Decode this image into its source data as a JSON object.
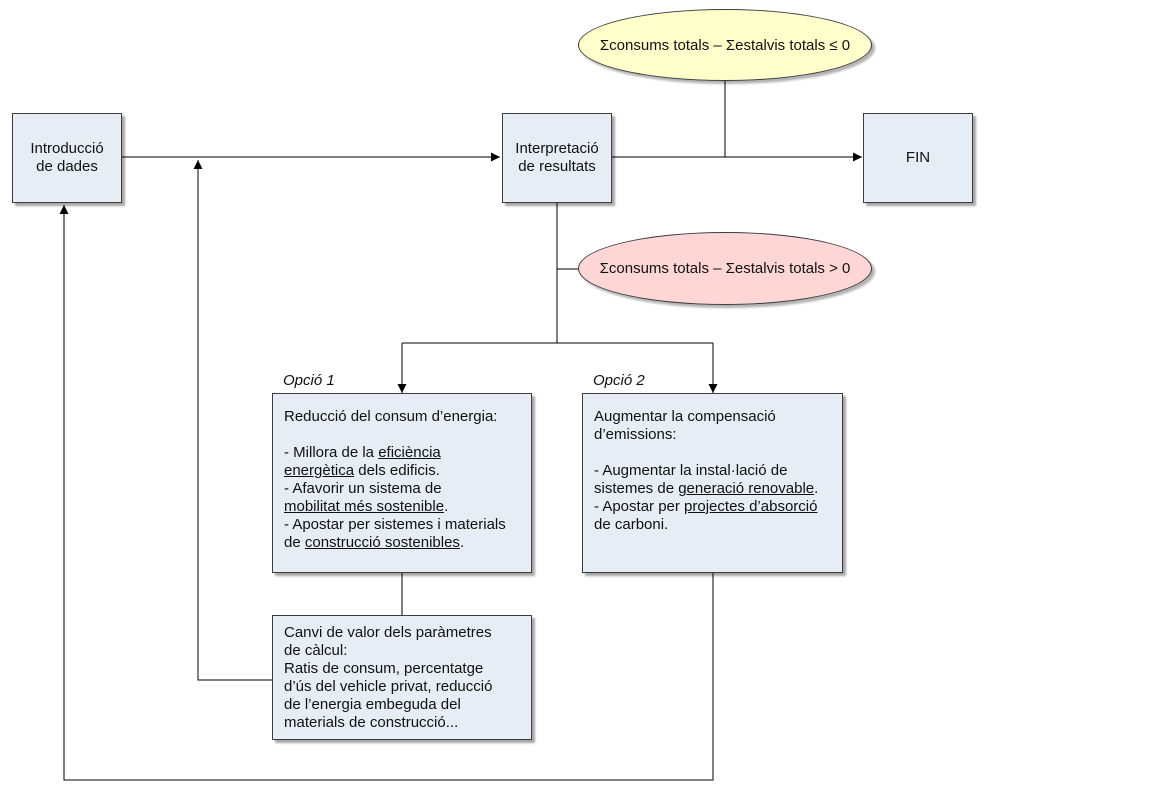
{
  "boxes": {
    "intro": {
      "line1": "Introducció",
      "line2": "de dades"
    },
    "interp": {
      "line1": "Interpretació",
      "line2": "de resultats"
    },
    "fin": {
      "label": "FIN"
    },
    "opcio1": {
      "label": "Opció 1",
      "title": "Reducció del consum d’energia:",
      "items": [
        {
          "pre": "- Millora de la ",
          "link": "eficiència",
          "post": ""
        },
        {
          "pre": "",
          "link": "energètica",
          "post": " dels edificis."
        },
        {
          "pre": "- Afavorir un sistema de",
          "link": "",
          "post": ""
        },
        {
          "pre": "",
          "link": "mobilitat més sostenible",
          "post": "."
        },
        {
          "pre": "- Apostar per sistemes i materials",
          "link": "",
          "post": ""
        },
        {
          "pre": "de ",
          "link": "construcció sostenibles",
          "post": "."
        }
      ]
    },
    "opcio2": {
      "label": "Opció 2",
      "title_line1": "Augmentar la compensació",
      "title_line2": "d’emissions:",
      "items": [
        {
          "pre": "- Augmentar la instal·lació de",
          "link": "",
          "post": ""
        },
        {
          "pre": "sistemes de ",
          "link": "generació renovable",
          "post": "."
        },
        {
          "pre": "- Apostar per ",
          "link": "projectes d’absorció",
          "post": ""
        },
        {
          "pre": "de carboni.",
          "link": "",
          "post": ""
        }
      ]
    },
    "canvi": {
      "lines": [
        "Canvi de valor dels paràmetres",
        "de càlcul:",
        "Ratis de consum, percentatge",
        "d’ús del vehicle privat, reducció",
        "de l’energia embeguda del",
        "materials de construcció..."
      ]
    }
  },
  "conditions": {
    "le_zero": "Σconsums totals – Σestalvis totals ≤ 0",
    "gt_zero": "Σconsums totals – Σestalvis totals > 0"
  },
  "colors": {
    "box_fill": "#e6edf5",
    "yellow_ellipse": "#ffffcc",
    "pink_ellipse": "#ffd6d6",
    "line": "#000000"
  }
}
